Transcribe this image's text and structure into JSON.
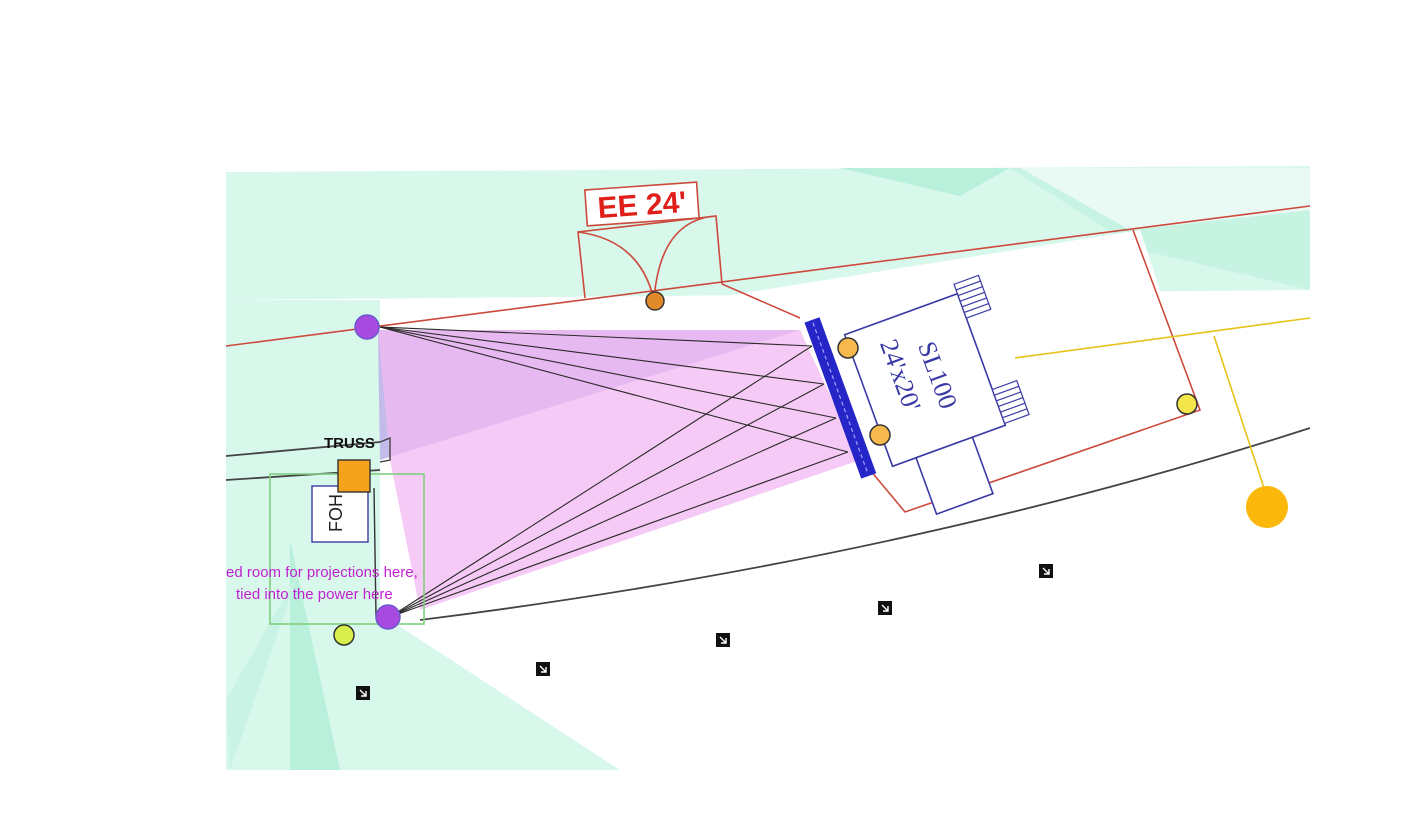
{
  "labels": {
    "emergency_exit": "EE 24'",
    "stage_model": "SL100",
    "stage_size": "24'x20'",
    "truss": "TRUSS",
    "foh": "FOH",
    "note_line1": "ed room for projections here,",
    "note_line2": "tied into the power here"
  },
  "colors": {
    "background": "#ffffff",
    "coverage_fill": "#d9f8ec",
    "coverage_beam": "#b8f0dc",
    "projection_fill": "#f3b8f3",
    "projector_beam": "#b9b0e8",
    "wall": "#cc4a3c",
    "stage_outline": "#3a3aa6",
    "screen": "#2626c8",
    "projector": "#a64ae0",
    "power_line": "#e8c21a",
    "path_line": "#444444",
    "foh_box": "#7fcf7f",
    "truss_block": "#f5a31a"
  },
  "icons": {
    "projector": "projector-dot-icon",
    "light": "light-fixture-icon",
    "speaker": "speaker-icon",
    "power": "power-source-icon"
  }
}
